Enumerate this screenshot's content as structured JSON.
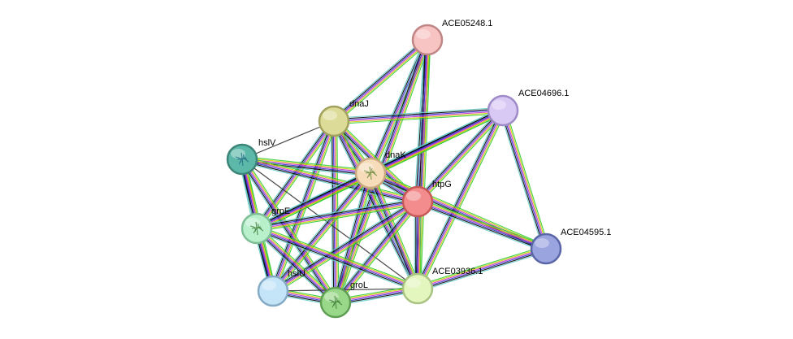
{
  "network": {
    "nodes": [
      {
        "id": "ACE05248.1",
        "label": "ACE05248.1",
        "color": "#f7c3c3",
        "stroke": "#c08585",
        "icon": null
      },
      {
        "id": "ACE04696.1",
        "label": "ACE04696.1",
        "color": "#d8c8f4",
        "stroke": "#9f8bc8",
        "icon": null
      },
      {
        "id": "dnaJ",
        "label": "dnaJ",
        "color": "#dcdc98",
        "stroke": "#a2a25e",
        "icon": null
      },
      {
        "id": "hslV",
        "label": "hslV",
        "color": "#5cb8a8",
        "stroke": "#3c8578",
        "icon": "protein-structure-icon"
      },
      {
        "id": "dnaK",
        "label": "dnaK",
        "color": "#f6dcb8",
        "stroke": "#c9a881",
        "icon": "protein-structure-icon"
      },
      {
        "id": "htpG",
        "label": "htpG",
        "color": "#f38d8d",
        "stroke": "#c65858",
        "icon": null
      },
      {
        "id": "grpE",
        "label": "grpE",
        "color": "#b8f0cc",
        "stroke": "#7fbf96",
        "icon": "protein-structure-icon"
      },
      {
        "id": "ACE04595.1",
        "label": "ACE04595.1",
        "color": "#9aa4df",
        "stroke": "#5b66a8",
        "icon": null
      },
      {
        "id": "hslU",
        "label": "hslU",
        "color": "#c4e4f8",
        "stroke": "#84aac4",
        "icon": null
      },
      {
        "id": "groL",
        "label": "groL",
        "color": "#98d888",
        "stroke": "#5f9f54",
        "icon": "protein-structure-icon"
      },
      {
        "id": "ACE03936.1",
        "label": "ACE03936.1",
        "color": "#e2f6be",
        "stroke": "#a9c382",
        "icon": null
      }
    ],
    "edges": [
      {
        "a": "ACE05248.1",
        "b": "dnaJ",
        "kind": "multi"
      },
      {
        "a": "ACE05248.1",
        "b": "dnaK",
        "kind": "multi"
      },
      {
        "a": "ACE05248.1",
        "b": "htpG",
        "kind": "multi"
      },
      {
        "a": "ACE05248.1",
        "b": "groL",
        "kind": "multi"
      },
      {
        "a": "ACE05248.1",
        "b": "ACE03936.1",
        "kind": "multi"
      },
      {
        "a": "ACE04696.1",
        "b": "dnaJ",
        "kind": "multi"
      },
      {
        "a": "ACE04696.1",
        "b": "dnaK",
        "kind": "multi"
      },
      {
        "a": "ACE04696.1",
        "b": "htpG",
        "kind": "multi"
      },
      {
        "a": "ACE04696.1",
        "b": "grpE",
        "kind": "multi"
      },
      {
        "a": "ACE04696.1",
        "b": "ACE03936.1",
        "kind": "multi"
      },
      {
        "a": "dnaJ",
        "b": "dnaK",
        "kind": "multi"
      },
      {
        "a": "dnaJ",
        "b": "htpG",
        "kind": "multi"
      },
      {
        "a": "dnaJ",
        "b": "grpE",
        "kind": "multi"
      },
      {
        "a": "dnaJ",
        "b": "groL",
        "kind": "multi"
      },
      {
        "a": "dnaJ",
        "b": "hslU",
        "kind": "multi"
      },
      {
        "a": "dnaJ",
        "b": "ACE03936.1",
        "kind": "multi"
      },
      {
        "a": "dnaJ",
        "b": "hslV",
        "kind": "black"
      },
      {
        "a": "hslV",
        "b": "dnaK",
        "kind": "multi"
      },
      {
        "a": "hslV",
        "b": "htpG",
        "kind": "multi"
      },
      {
        "a": "hslV",
        "b": "grpE",
        "kind": "multi"
      },
      {
        "a": "hslV",
        "b": "hslU",
        "kind": "multi"
      },
      {
        "a": "hslV",
        "b": "groL",
        "kind": "multi"
      },
      {
        "a": "hslV",
        "b": "ACE03936.1",
        "kind": "black"
      },
      {
        "a": "dnaK",
        "b": "htpG",
        "kind": "multi"
      },
      {
        "a": "dnaK",
        "b": "grpE",
        "kind": "multi"
      },
      {
        "a": "dnaK",
        "b": "groL",
        "kind": "multi"
      },
      {
        "a": "dnaK",
        "b": "hslU",
        "kind": "multi"
      },
      {
        "a": "dnaK",
        "b": "ACE03936.1",
        "kind": "multi"
      },
      {
        "a": "dnaK",
        "b": "ACE04595.1",
        "kind": "multi"
      },
      {
        "a": "htpG",
        "b": "grpE",
        "kind": "multi"
      },
      {
        "a": "htpG",
        "b": "groL",
        "kind": "multi"
      },
      {
        "a": "htpG",
        "b": "hslU",
        "kind": "multi"
      },
      {
        "a": "htpG",
        "b": "ACE03936.1",
        "kind": "multi"
      },
      {
        "a": "htpG",
        "b": "ACE04595.1",
        "kind": "multi"
      },
      {
        "a": "grpE",
        "b": "groL",
        "kind": "multi"
      },
      {
        "a": "grpE",
        "b": "hslU",
        "kind": "multi"
      },
      {
        "a": "grpE",
        "b": "ACE03936.1",
        "kind": "multi"
      },
      {
        "a": "hslU",
        "b": "groL",
        "kind": "multi"
      },
      {
        "a": "hslU",
        "b": "ACE03936.1",
        "kind": "black"
      },
      {
        "a": "groL",
        "b": "ACE03936.1",
        "kind": "multi"
      },
      {
        "a": "ACE03936.1",
        "b": "ACE04595.1",
        "kind": "multi"
      },
      {
        "a": "ACE04696.1",
        "b": "ACE04595.1",
        "kind": "multi"
      }
    ],
    "edge_colors": [
      "#33cc33",
      "#cccc00",
      "#cc33cc",
      "#3333cc",
      "#000000",
      "#66cccc"
    ]
  }
}
